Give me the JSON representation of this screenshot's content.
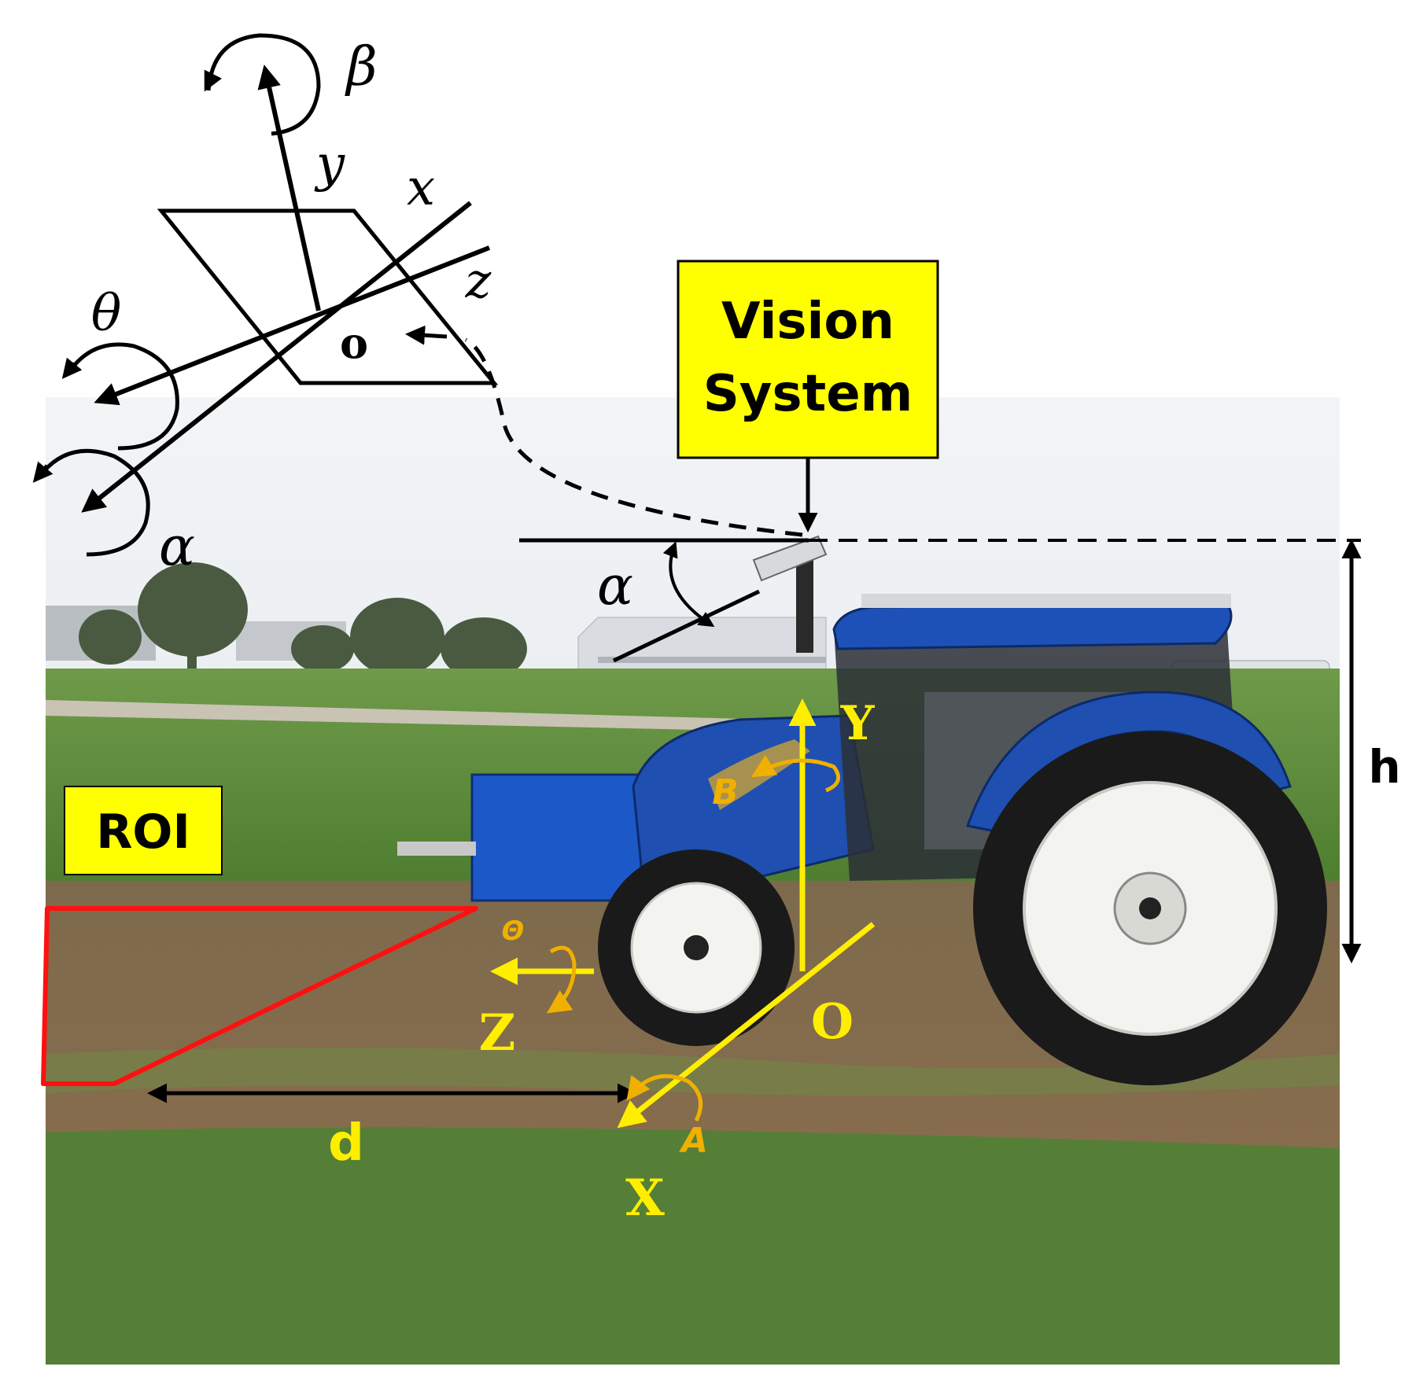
{
  "labels": {
    "vision_system_line1": "Vision",
    "vision_system_line2": "System",
    "roi": "ROI",
    "h": "h",
    "d": "d",
    "alpha_mount": "α",
    "cam_beta": "β",
    "cam_y": "y",
    "cam_x": "x",
    "cam_z": "z",
    "cam_theta": "θ",
    "cam_alpha": "α",
    "cam_origin": "o",
    "world_y": "Y",
    "world_z": "Z",
    "world_x": "X",
    "world_o": "O",
    "world_b": "B",
    "world_theta": "Θ",
    "world_a": "A"
  },
  "colors": {
    "label_box": "#ffff00",
    "world_axes": "#ffee00",
    "rotation_arrows": "#f0b000",
    "roi_outline": "#ff1010",
    "sky": "#e9edf1",
    "grass": "#5f8f3c",
    "soil": "#8a6a4a",
    "tractor_blue": "#1f4fb0"
  }
}
